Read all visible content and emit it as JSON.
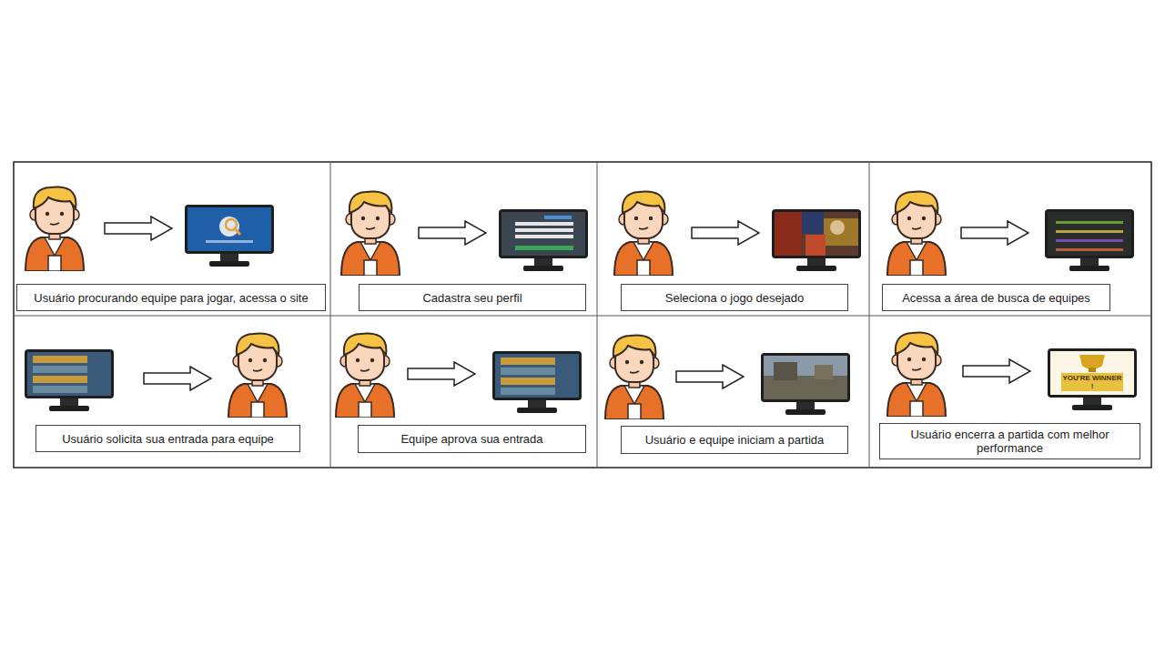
{
  "diagram": {
    "nodes": [
      {
        "text": [
          "Usuário procurando equipe para jogar, acessa o site"
        ]
      },
      {
        "text": [
          "Cadastra seu perfil"
        ]
      },
      {
        "text": [
          "Seleciona o jogo desejado"
        ]
      },
      {
        "text": [
          "Acessa a área de busca de equipes"
        ]
      },
      {
        "text": [
          "Usuário solicita sua entrada para equipe"
        ]
      },
      {
        "text": [
          "Equipe aprova sua entrada"
        ]
      },
      {
        "text": [
          "Usuário e equipe iniciam a partida"
        ]
      },
      {
        "text": [
          "Usuário encerra a partida com melhor performance"
        ]
      }
    ],
    "labels": [
      "YOU'RE WINNER !"
    ]
  }
}
